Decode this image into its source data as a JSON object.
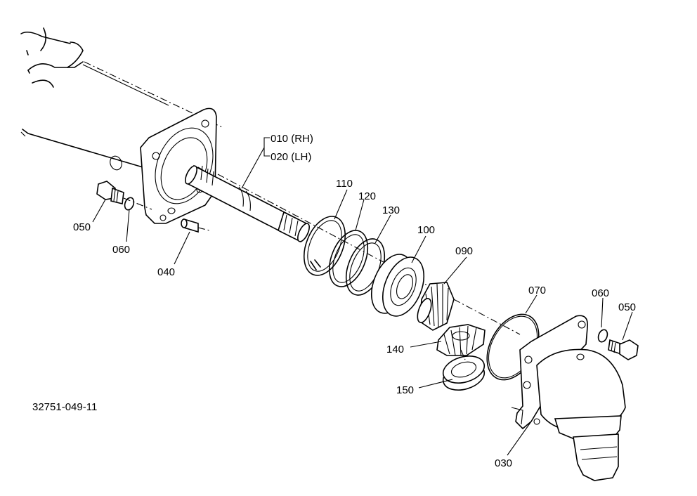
{
  "drawing_number": "32751-049-11",
  "callouts": {
    "p010": "010 (RH)",
    "p020": "020 (LH)",
    "p030": "030",
    "p040": "040",
    "p050_left": "050",
    "p050_right": "050",
    "p060_left": "060",
    "p060_right": "060",
    "p070": "070",
    "p090": "090",
    "p100": "100",
    "p110": "110",
    "p120": "120",
    "p130": "130",
    "p140": "140",
    "p150": "150"
  }
}
